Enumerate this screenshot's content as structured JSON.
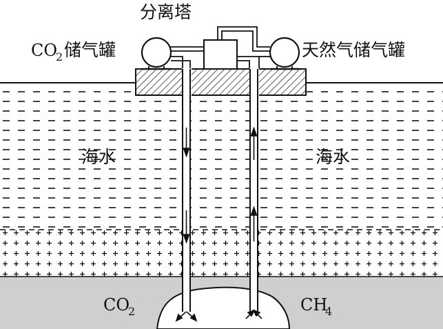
{
  "labels": {
    "tower": "分离塔",
    "co2_tank_formula": "CO",
    "co2_tank_sub": "2",
    "co2_tank_suffix": "储气罐",
    "gas_tank": "天然气储气罐",
    "seawater_left": "海水",
    "seawater_right": "海水",
    "bottom_co2": "CO",
    "bottom_co2_sub": "2",
    "bottom_ch4": "CH",
    "bottom_ch4_sub": "4"
  },
  "colors": {
    "ink": "#111111",
    "seabed": "#cfcfcf",
    "background": "#ffffff"
  },
  "icons": {
    "left_tank": "storage-tank-icon",
    "right_tank": "storage-tank-icon"
  }
}
